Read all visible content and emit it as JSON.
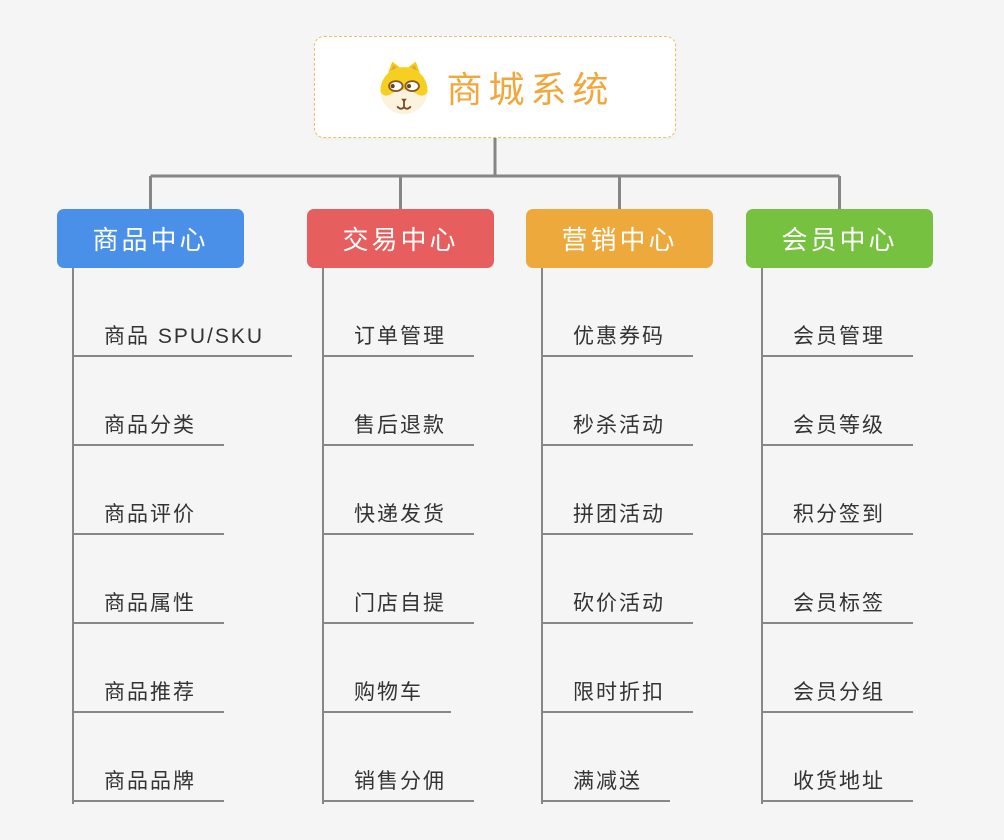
{
  "root": {
    "title": "商城系统",
    "icon": "dog-face-icon",
    "title_color": "#F0A73C",
    "border_color": "#F3BD66"
  },
  "colors": {
    "background": "#F5F5F5",
    "connector": "#868686",
    "item_text": "#333333",
    "header_text": "#FFFFFF"
  },
  "branches": [
    {
      "label": "商品中心",
      "color": "#4A90E8",
      "items": [
        "商品 SPU/SKU",
        "商品分类",
        "商品评价",
        "商品属性",
        "商品推荐",
        "商品品牌"
      ]
    },
    {
      "label": "交易中心",
      "color": "#E75E5E",
      "items": [
        "订单管理",
        "售后退款",
        "快递发货",
        "门店自提",
        "购物车",
        "销售分佣"
      ]
    },
    {
      "label": "营销中心",
      "color": "#EDA93C",
      "items": [
        "优惠券码",
        "秒杀活动",
        "拼团活动",
        "砍价活动",
        "限时折扣",
        "满减送"
      ]
    },
    {
      "label": "会员中心",
      "color": "#76C140",
      "items": [
        "会员管理",
        "会员等级",
        "积分签到",
        "会员标签",
        "会员分组",
        "收货地址"
      ]
    }
  ]
}
